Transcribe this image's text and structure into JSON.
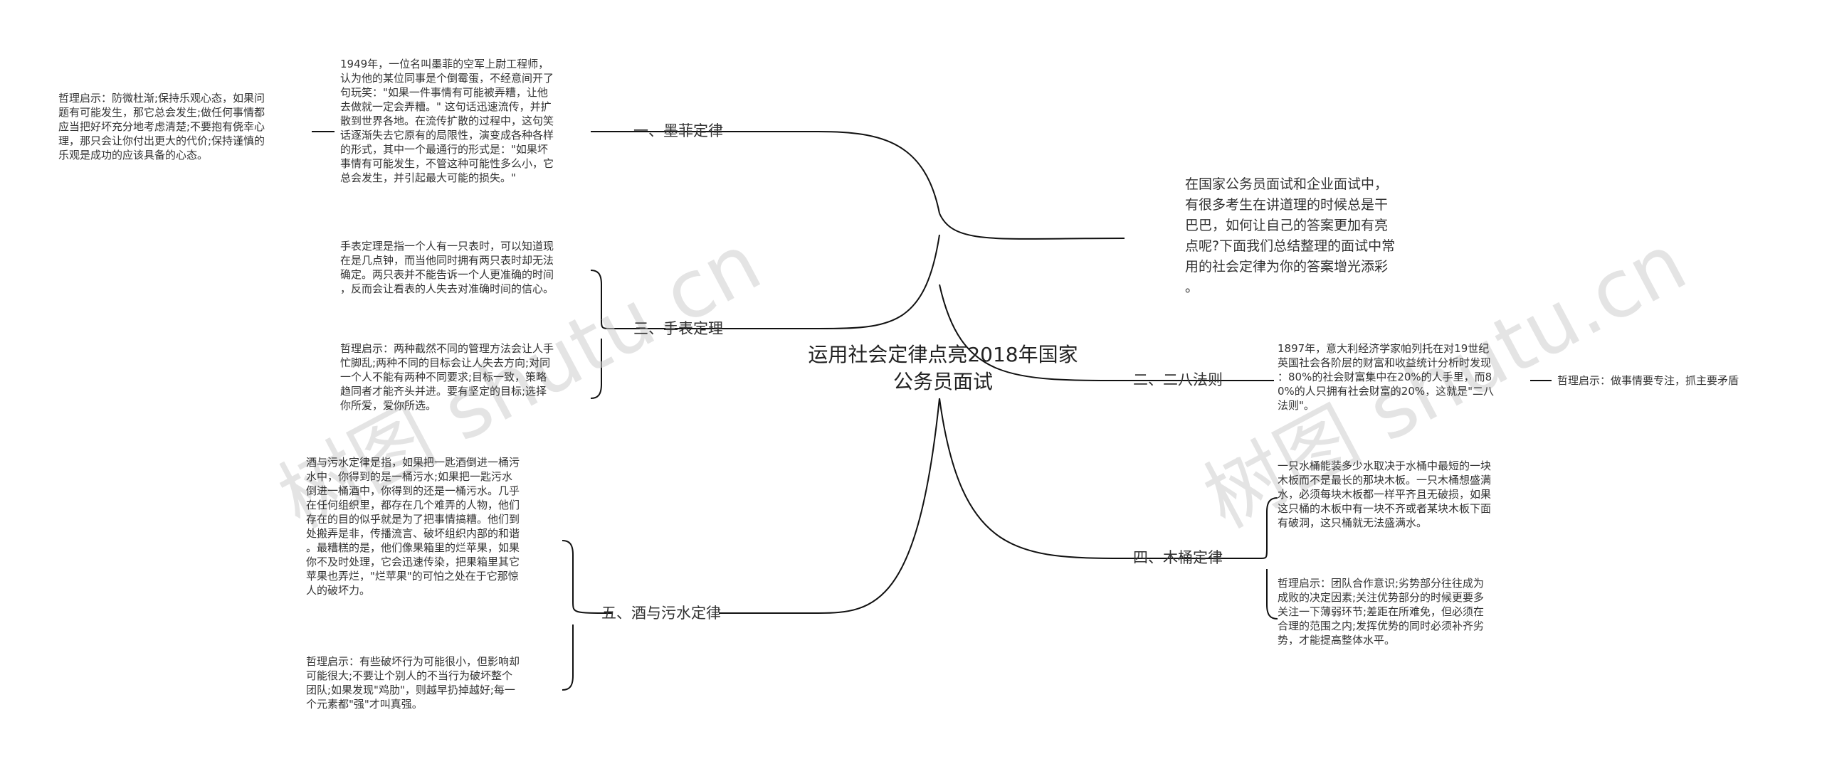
{
  "watermark": "树图 shutu.cn",
  "center": {
    "title": "运用社会定律点亮2018年国家公务员面试"
  },
  "intro": {
    "text": "在国家公务员面试和企业面试中，\n有很多考生在讲道理的时候总是干\n巴巴，如何让自己的答案更加有亮\n点呢?下面我们总结整理的面试中常\n用的社会定律为你的答案增光添彩\n。"
  },
  "branches": [
    {
      "label": "一、墨菲定律",
      "desc": "1949年，一位名叫墨菲的空军上尉工程师，\n认为他的某位同事是个倒霉蛋，不经意间开了\n句玩笑：\"如果一件事情有可能被弄糟，让他\n去做就一定会弄糟。\" 这句话迅速流传，并扩\n散到世界各地。在流传扩散的过程中，这句笑\n话逐渐失去它原有的局限性，演变成各种各样\n的形式，其中一个最通行的形式是：\"如果坏\n事情有可能发生，不管这种可能性多么小，它\n总会发生，并引起最大可能的损失。\"",
      "insight": "哲理启示：防微杜渐;保持乐观心态，如果问\n题有可能发生，那它总会发生;做任何事情都\n应当把好坏充分地考虑清楚;不要抱有侥幸心\n理，那只会让你付出更大的代价;保持谨慎的\n乐观是成功的应该具备的心态。"
    },
    {
      "label": "三、手表定理",
      "desc": "手表定理是指一个人有一只表时，可以知道现\n在是几点钟，而当他同时拥有两只表时却无法\n确定。两只表并不能告诉一个人更准确的时间\n，反而会让看表的人失去对准确时间的信心。",
      "insight": "哲理启示：两种截然不同的管理方法会让人手\n忙脚乱;两种不同的目标会让人失去方向;对同\n一个人不能有两种不同要求;目标一致，策略\n趋同者才能齐头并进。要有坚定的目标;选择\n你所爱，爱你所选。"
    },
    {
      "label": "五、酒与污水定律",
      "desc": "酒与污水定律是指，如果把一匙酒倒进一桶污\n水中，你得到的是一桶污水;如果把一匙污水\n倒进一桶酒中，你得到的还是一桶污水。几乎\n在任何组织里，都存在几个难弄的人物，他们\n存在的目的似乎就是为了把事情搞糟。他们到\n处搬弄是非，传播流言、破坏组织内部的和谐\n。最糟糕的是，他们像果箱里的烂苹果，如果\n你不及时处理，它会迅速传染，把果箱里其它\n苹果也弄烂，\"烂苹果\"的可怕之处在于它那惊\n人的破坏力。",
      "insight": "哲理启示：有些破坏行为可能很小，但影响却\n可能很大;不要让个别人的不当行为破坏整个\n团队;如果发现\"鸡肋\"，则越早扔掉越好;每一\n个元素都\"强\"才叫真强。"
    },
    {
      "label": "二、二八法则",
      "desc": "1897年，意大利经济学家帕列托在对19世纪\n英国社会各阶层的财富和收益统计分析时发现\n：80%的社会财富集中在20%的人手里，而8\n0%的人只拥有社会财富的20%，这就是\"二八\n法则\"。",
      "insight": "哲理启示：做事情要专注，抓主要矛盾"
    },
    {
      "label": "四、木桶定律",
      "desc": "一只水桶能装多少水取决于水桶中最短的一块\n木板而不是最长的那块木板。一只木桶想盛满\n水，必须每块木板都一样平齐且无破损，如果\n这只桶的木板中有一块不齐或者某块木板下面\n有破洞，这只桶就无法盛满水。",
      "insight": "哲理启示：团队合作意识;劣势部分往往成为\n成败的决定因素;关注优势部分的时候更要多\n关注一下薄弱环节;差距在所难免，但必须在\n合理的范围之内;发挥优势的同时必须补齐劣\n势，才能提高整体水平。"
    }
  ],
  "colors": {
    "line": "#111111",
    "text": "#333333",
    "watermark": "#cfcfcf"
  }
}
